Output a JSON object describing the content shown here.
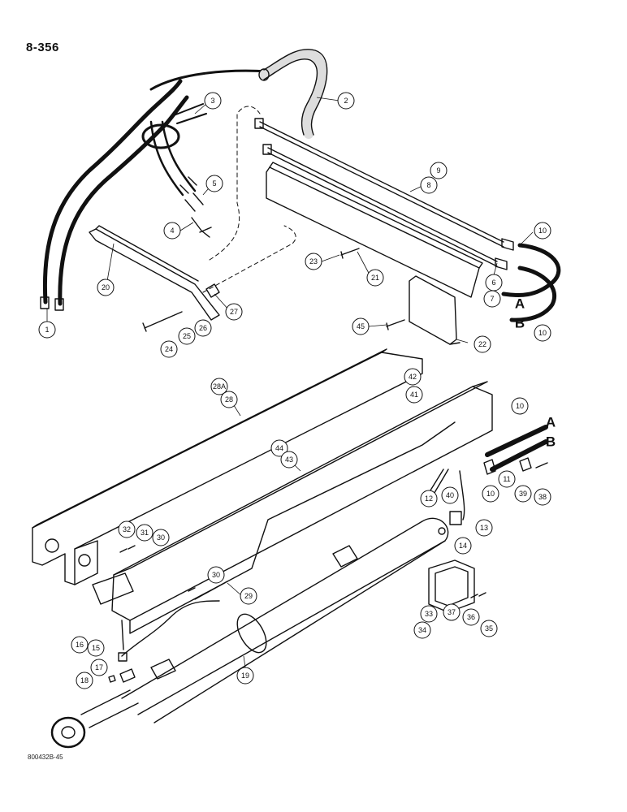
{
  "page": {
    "number": "8-356",
    "ref_code": "800432B-45"
  },
  "line_labels": [
    "A",
    "B"
  ],
  "callouts": [
    "1",
    "2",
    "3",
    "4",
    "5",
    "6",
    "7",
    "8",
    "9",
    "10",
    "11",
    "12",
    "13",
    "14",
    "15",
    "16",
    "17",
    "18",
    "19",
    "20",
    "21",
    "22",
    "23",
    "24",
    "25",
    "26",
    "27",
    "28",
    "28A",
    "29",
    "30",
    "31",
    "32",
    "33",
    "34",
    "35",
    "36",
    "37",
    "38",
    "39",
    "40",
    "41",
    "42",
    "43",
    "44",
    "45"
  ],
  "colors": {
    "ink": "#111111",
    "paper": "#ffffff"
  }
}
